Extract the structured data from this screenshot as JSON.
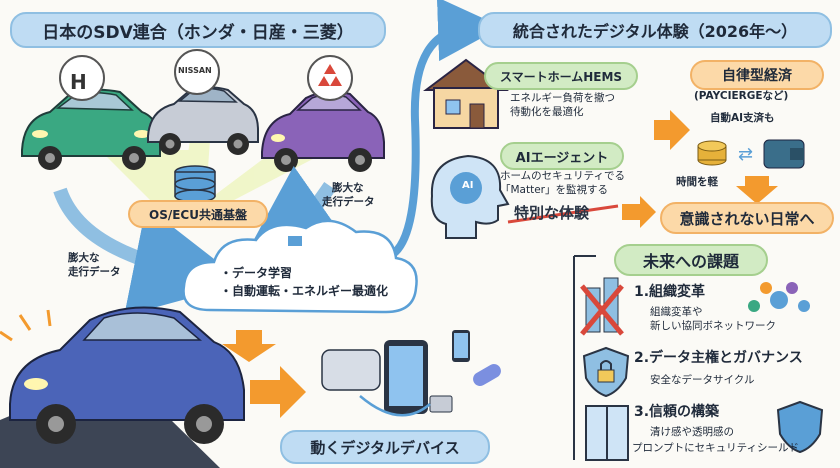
{
  "left": {
    "title": "日本のSDV連合（ホンダ・日産・三菱）",
    "platform_label": "OS/ECU共通基盤",
    "data_flow_left": [
      "膨大な",
      "走行データ"
    ],
    "data_flow_right": [
      "膨大な",
      "走行データ"
    ],
    "cloud_items": [
      "・データ学習",
      "・自動運転・エネルギー最適化"
    ],
    "bottom_label": "動くデジタルデバイス",
    "brands": [
      {
        "name": "ホンダ",
        "logo_text": "H",
        "color": "#3aa882"
      },
      {
        "name": "日産",
        "logo_text": "NISSAN",
        "color": "#c7ccd6"
      },
      {
        "name": "三菱",
        "logo_text": "",
        "color": "#8a63b8"
      }
    ]
  },
  "right": {
    "title": "統合されたデジタル体験（2026年〜）",
    "smart_home": {
      "label": "スマートホームHEMS",
      "desc": [
        "エネルギー負荷を撤つ",
        "待動化を最適化"
      ]
    },
    "autonomous_economy": {
      "label": "自律型経済",
      "sub": "(PAYCIERGEなど)",
      "note": "自動AI支済も"
    },
    "ai_agent": {
      "label": "AIエージェント",
      "desc": [
        "ホームのセキュリティでる",
        "「Matter」を監視する"
      ],
      "time_note": "時間を軽"
    },
    "special_experience": "特別な体験",
    "everyday": "意識されない日常へ",
    "challenges": {
      "title": "未来への課題",
      "items": [
        {
          "heading": "1.組織変革",
          "desc": [
            "組織変革や",
            "新しい協同ボネットワーク"
          ]
        },
        {
          "heading": "2.データ主権とガバナンス",
          "desc": [
            "安全なデータサイクル"
          ]
        },
        {
          "heading": "3.信頼の構築",
          "desc": [
            "清け感や透明感の",
            "プロンプトにセキュリティシールド"
          ]
        }
      ]
    }
  },
  "colors": {
    "title_blue": "#bfdcf3",
    "accent_orange": "#f39a2e",
    "green_label": "#d2ebc4",
    "arrow_blue": "#5a9fd6",
    "cross_red": "#d9483b"
  }
}
